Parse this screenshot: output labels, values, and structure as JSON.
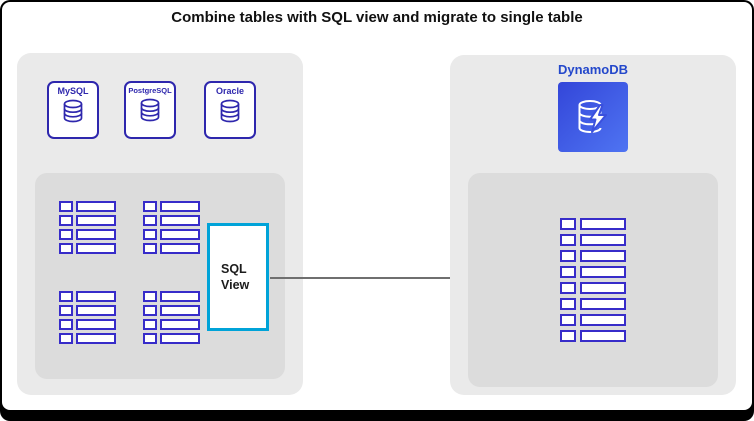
{
  "title": "Combine tables with SQL view and migrate to single table",
  "colors": {
    "panel_bg": "#eaeaea",
    "inner_panel_bg": "#dcdcdc",
    "indigo": "#2e27ad",
    "table_accent": "#372cc9",
    "sql_view_border": "#00a3d8",
    "dynamodb_blue": "#2448cb",
    "dyn_grad_a": "#3346d9",
    "dyn_grad_b": "#4f74f2",
    "arrow_gray": "#6f6f6f"
  },
  "source": {
    "engines": [
      {
        "label": "MySQL",
        "icon": "database-cylinder-icon"
      },
      {
        "label": "PostgreSQL",
        "icon": "database-cylinder-icon"
      },
      {
        "label": "Oracle",
        "icon": "database-cylinder-icon"
      }
    ],
    "tables": [
      {
        "rows": 4
      },
      {
        "rows": 4
      },
      {
        "rows": 4
      },
      {
        "rows": 4
      }
    ],
    "sql_view": {
      "label": "SQL View"
    }
  },
  "target": {
    "label": "DynamoDB",
    "icon": "dynamodb-icon",
    "table": {
      "rows": 8
    }
  }
}
